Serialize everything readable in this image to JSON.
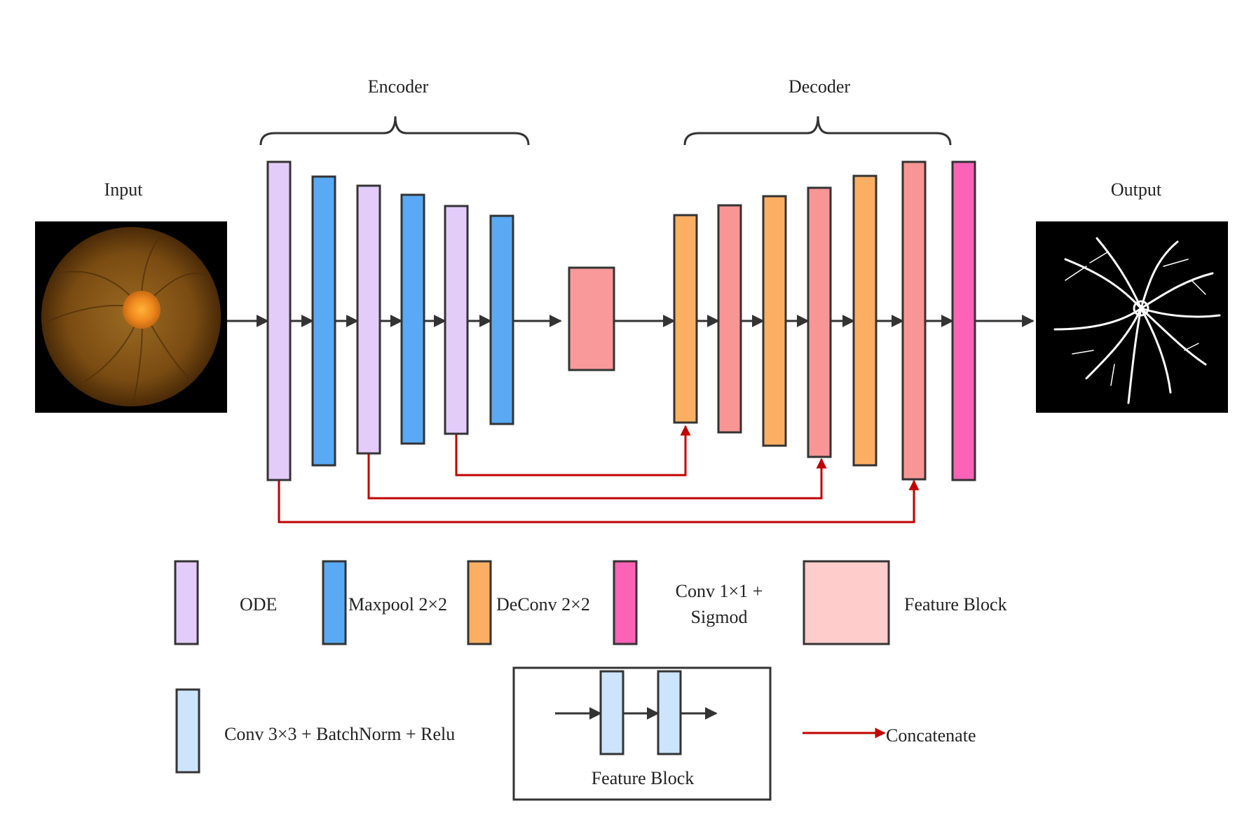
{
  "labels": {
    "input": "Input",
    "output": "Output",
    "encoder": "Encoder",
    "decoder": "Decoder"
  },
  "legend": {
    "ode": "ODE",
    "maxpool": "Maxpool 2×2",
    "deconv": "DeConv 2×2",
    "conv1x1_line1": "Conv 1×1 +",
    "conv1x1_line2": "Sigmod",
    "feature_block": "Feature Block",
    "conv3x3": "Conv 3×3 + BatchNorm + Relu",
    "feature_block_box_title": "Feature Block",
    "concatenate": "Concatenate"
  },
  "colors": {
    "ode": "#E3CCFA",
    "maxpool": "#5AA9F5",
    "deconv": "#FCAF62",
    "bottleneck": "#FA9999",
    "decoder_feature": "#F89696",
    "conv1x1": "#FC63B6",
    "feature_block_legend": "#FFCCCC",
    "conv3x3": "#CCE4FC",
    "concat_arrow": "#C00000",
    "flow_arrow": "#333333",
    "outline": "#333333"
  }
}
